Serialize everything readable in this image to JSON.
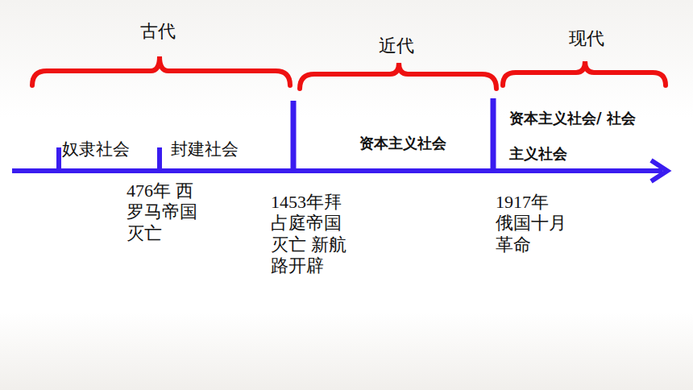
{
  "diagram": {
    "labels": [
      "古代",
      "近代",
      "现代",
      "奴隶社会",
      "封建社会",
      "资本主义社会",
      "资本主义社会/ 社会主义社会",
      "476年 西罗马帝国灭亡",
      "1453年拜占庭帝国灭亡 新航路开辟",
      "1917年 俄国十月革命"
    ]
  }
}
